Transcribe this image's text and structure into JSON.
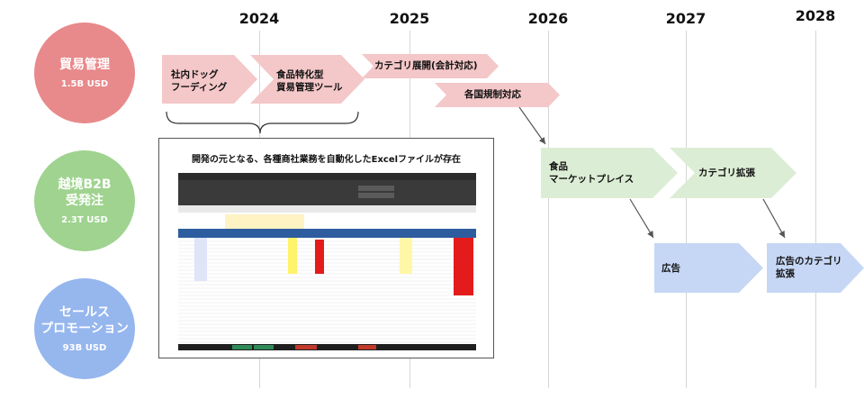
{
  "years": [
    "2024",
    "2025",
    "2026",
    "2027",
    "2028"
  ],
  "segments": [
    {
      "name_lines": [
        "貿易管理"
      ],
      "size": "1.5B USD",
      "color": "#e8898b"
    },
    {
      "name_lines": [
        "越境B2B",
        "受発注"
      ],
      "size": "2.3T USD",
      "color": "#9fd38f"
    },
    {
      "name_lines": [
        "セールス",
        "プロモーション"
      ],
      "size": "93B USD",
      "color": "#96b6ee"
    }
  ],
  "steps": {
    "docfooding": {
      "lines": [
        "社内ドッグ",
        "フーディング"
      ],
      "color": "#f4c7c8"
    },
    "food_trade": {
      "lines": [
        "食品特化型",
        "貿易管理ツール"
      ],
      "color": "#f4c7c8"
    },
    "category_expand_accounting": {
      "lines": [
        "カテゴリ展開(会計対応)"
      ],
      "color": "#f4c7c8"
    },
    "country_regulation": {
      "lines": [
        "各国規制対応"
      ],
      "color": "#f4c7c8"
    },
    "food_marketplace": {
      "lines": [
        "食品",
        "マーケットプレイス"
      ],
      "color": "#dcedd5"
    },
    "category_expand": {
      "lines": [
        "カテゴリ拡張"
      ],
      "color": "#dcedd5"
    },
    "ads": {
      "lines": [
        "広告"
      ],
      "color": "#c6d7f5"
    },
    "ads_category": {
      "lines": [
        "広告のカテゴリ",
        "拡張"
      ],
      "color": "#c6d7f5"
    }
  },
  "description": "開発の元となる、各種商社業務を自動化したExcelファイルが存在"
}
